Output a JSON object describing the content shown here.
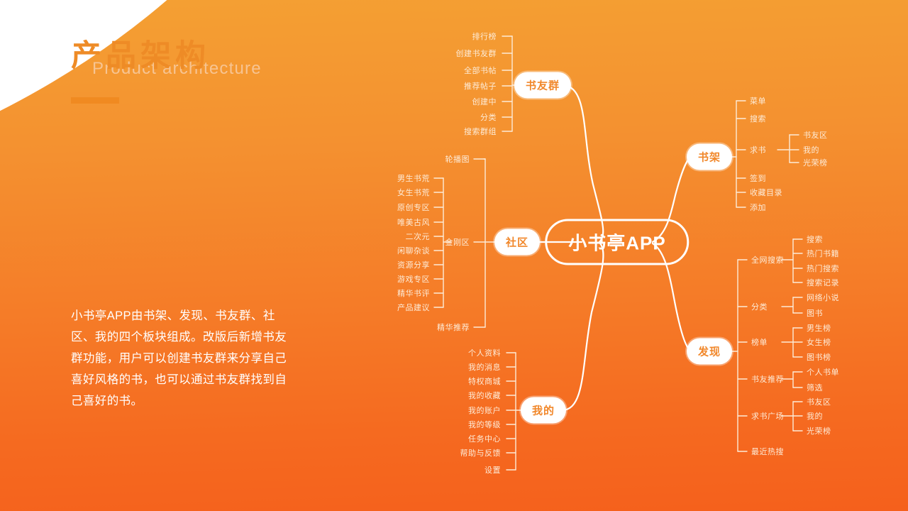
{
  "slide": {
    "title_cn": "产品架构",
    "title_en": "Product architecture",
    "description": "小书亭APP由书架、发现、书友群、社区、我的四个板块组成。改版后新增书友群功能，用户可以创建书友群来分享自己喜好风格的书，也可以通过书友群找到自己喜好的书。"
  },
  "colors": {
    "accent": "#F08A21",
    "title": "#EE8B26",
    "title_sub": "#F7C492",
    "bg_top": "#F4A033",
    "bg_bottom": "#F5601C",
    "node_bg": "#FFFFFF",
    "node_text": "#F1872A",
    "leaf_text": "#FDEBD7"
  },
  "mindmap": {
    "root": "小书亭APP",
    "branches": [
      {
        "label": "书友群",
        "children": [
          {
            "label": "排行榜"
          },
          {
            "label": "创建书友群"
          },
          {
            "label": "全部书帖"
          },
          {
            "label": "推荐帖子"
          },
          {
            "label": "创建中"
          },
          {
            "label": "分类"
          },
          {
            "label": "搜索群组"
          }
        ]
      },
      {
        "label": "社区",
        "children": [
          {
            "label": "轮播图"
          },
          {
            "label": "金刚区",
            "children": [
              {
                "label": "男生书荒"
              },
              {
                "label": "女生书荒"
              },
              {
                "label": "原创专区"
              },
              {
                "label": "唯美古风"
              },
              {
                "label": "二次元"
              },
              {
                "label": "闲聊杂谈"
              },
              {
                "label": "资源分享"
              },
              {
                "label": "游戏专区"
              },
              {
                "label": "精华书评"
              },
              {
                "label": "产品建议"
              }
            ]
          },
          {
            "label": "精华推荐"
          }
        ]
      },
      {
        "label": "我的",
        "children": [
          {
            "label": "个人资料"
          },
          {
            "label": "我的消息"
          },
          {
            "label": "特权商城"
          },
          {
            "label": "我的收藏"
          },
          {
            "label": "我的账户"
          },
          {
            "label": "我的等级"
          },
          {
            "label": "任务中心"
          },
          {
            "label": "帮助与反馈"
          },
          {
            "label": "设置"
          }
        ]
      },
      {
        "label": "书架",
        "children": [
          {
            "label": "菜单"
          },
          {
            "label": "搜索"
          },
          {
            "label": "求书",
            "children": [
              {
                "label": "书友区"
              },
              {
                "label": "我的"
              },
              {
                "label": "光荣榜"
              }
            ]
          },
          {
            "label": "签到"
          },
          {
            "label": "收藏目录"
          },
          {
            "label": "添加"
          }
        ]
      },
      {
        "label": "发现",
        "children": [
          {
            "label": "全网搜索",
            "children": [
              {
                "label": "搜索"
              },
              {
                "label": "热门书籍"
              },
              {
                "label": "热门搜索"
              },
              {
                "label": "搜索记录"
              }
            ]
          },
          {
            "label": "分类",
            "children": [
              {
                "label": "网络小说"
              },
              {
                "label": "图书"
              }
            ]
          },
          {
            "label": "榜单",
            "children": [
              {
                "label": "男生榜"
              },
              {
                "label": "女生榜"
              },
              {
                "label": "图书榜"
              }
            ]
          },
          {
            "label": "书友推荐",
            "children": [
              {
                "label": "个人书单"
              },
              {
                "label": "筛选"
              }
            ]
          },
          {
            "label": "求书广场",
            "children": [
              {
                "label": "书友区"
              },
              {
                "label": "我的"
              },
              {
                "label": "光荣榜"
              }
            ]
          },
          {
            "label": "最近热搜"
          }
        ]
      }
    ]
  }
}
